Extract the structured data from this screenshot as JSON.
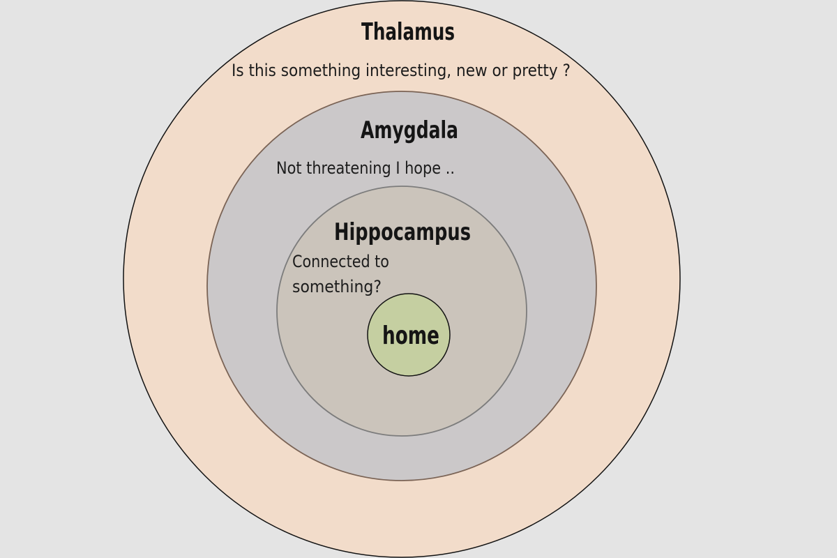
{
  "diagram": {
    "rings": [
      {
        "title": "Thalamus",
        "subtitle": "Is this something interesting, new or pretty ?",
        "fill": "#f2dcca",
        "stroke": "#111111"
      },
      {
        "title": "Amygdala",
        "subtitle": "Not threatening I hope ..",
        "fill": "#cbc8c9",
        "stroke": "#7a6355"
      },
      {
        "title": "Hippocampus",
        "subtitle_lines": [
          "Connected to",
          "something?"
        ],
        "fill": "#cbc4bb",
        "stroke": "#7c7c7c"
      },
      {
        "title": "home",
        "fill": "#c5cfa1",
        "stroke": "#111111"
      }
    ],
    "background": "#e4e4e4"
  }
}
